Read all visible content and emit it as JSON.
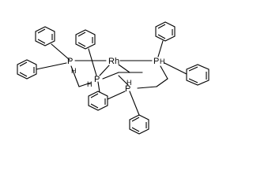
{
  "molecule": {
    "metal_label": "Rh",
    "atom_labels": {
      "p_left": "P",
      "h_left": "H",
      "p_mid": "P",
      "h_mid": "H",
      "p_right": "P",
      "h_right": "H",
      "p_bottom": "P",
      "h_bottom": "H"
    },
    "substituent": "phenyl",
    "phenyl_count": 7,
    "bond_color": "#000000",
    "background": "#ffffff"
  }
}
